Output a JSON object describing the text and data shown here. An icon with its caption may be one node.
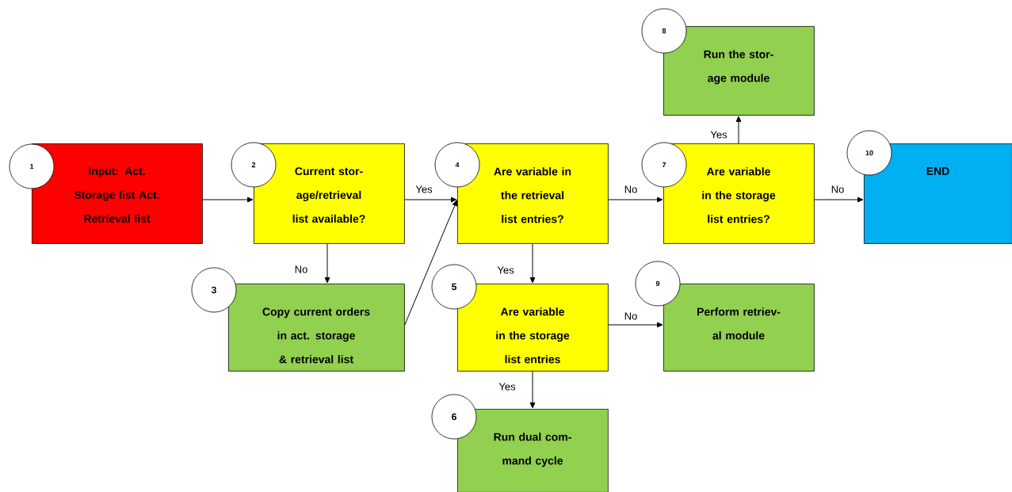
{
  "diagram": {
    "nodes": [
      {
        "text": [
          "1"
        ]
      },
      {
        "text": [
          "Input: Act. Storage list Act. Retrieval list"
        ]
      },
      {
        "text": [
          "2"
        ]
      },
      {
        "text": [
          "Current stor- age/retrieval list available?"
        ]
      },
      {
        "text": [
          "3"
        ]
      },
      {
        "text": [
          "Copy current orders in act. storage & retrieval list"
        ]
      },
      {
        "text": [
          "4"
        ]
      },
      {
        "text": [
          "Are variable in the retrieval list entries?"
        ]
      },
      {
        "text": [
          "5"
        ]
      },
      {
        "text": [
          "Are variable in the storage list entries"
        ]
      },
      {
        "text": [
          "6"
        ]
      },
      {
        "text": [
          "Run dual com- mand cycle"
        ]
      },
      {
        "text": [
          "7"
        ]
      },
      {
        "text": [
          "Are variable in the storage list entries?"
        ]
      },
      {
        "text": [
          "8"
        ]
      },
      {
        "text": [
          "Run the stor- age module"
        ]
      },
      {
        "text": [
          "9"
        ]
      },
      {
        "text": [
          "Perform retriev- al module"
        ]
      },
      {
        "text": [
          "10"
        ]
      },
      {
        "text": [
          "END"
        ]
      }
    ],
    "edges": [
      {
        "from": 1,
        "to": 3,
        "arrow": "to"
      },
      {
        "from": 3,
        "to": 7,
        "arrow": "to",
        "label": "Yes"
      },
      {
        "from": 3,
        "to": 5,
        "arrow": "to",
        "label": "No"
      },
      {
        "from": 5,
        "to": 7,
        "arrow": "to"
      },
      {
        "from": 7,
        "to": 9,
        "arrow": "to",
        "label": "Yes"
      },
      {
        "from": 7,
        "to": 13,
        "arrow": "to",
        "label": "No"
      },
      {
        "from": 13,
        "to": 15,
        "arrow": "to",
        "label": "Yes"
      },
      {
        "from": 13,
        "to": 19,
        "arrow": "to",
        "label": "No"
      },
      {
        "from": 9,
        "to": 17,
        "arrow": "to",
        "label": "No"
      },
      {
        "from": 9,
        "to": 11,
        "arrow": "to",
        "label": "Yes"
      }
    ]
  }
}
